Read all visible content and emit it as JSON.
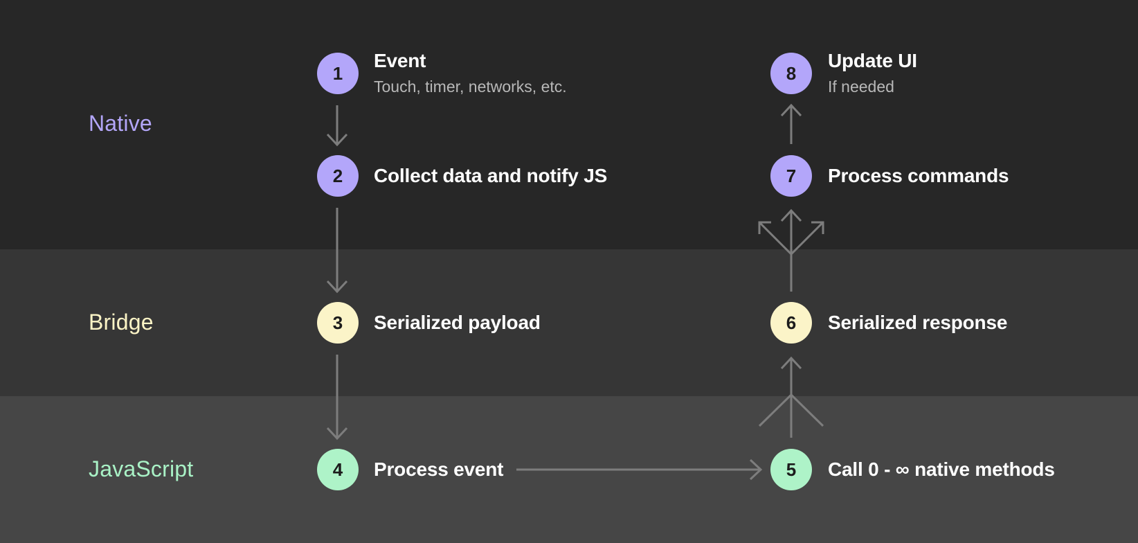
{
  "lanes": {
    "native": "Native",
    "bridge": "Bridge",
    "javascript": "JavaScript"
  },
  "steps": [
    {
      "number": "1",
      "title": "Event",
      "subtitle": "Touch, timer, networks, etc."
    },
    {
      "number": "2",
      "title": "Collect data and notify JS",
      "subtitle": ""
    },
    {
      "number": "3",
      "title": "Serialized payload",
      "subtitle": ""
    },
    {
      "number": "4",
      "title": "Process event",
      "subtitle": ""
    },
    {
      "number": "5",
      "title": "Call 0 - ∞ native methods",
      "subtitle": ""
    },
    {
      "number": "6",
      "title": "Serialized response",
      "subtitle": ""
    },
    {
      "number": "7",
      "title": "Process commands",
      "subtitle": ""
    },
    {
      "number": "8",
      "title": "Update UI",
      "subtitle": "If needed"
    }
  ],
  "colors": {
    "native": "#b3a6fa",
    "bridge": "#fbf4c8",
    "javascript": "#aef3c8",
    "arrow": "#7d7d7d"
  }
}
